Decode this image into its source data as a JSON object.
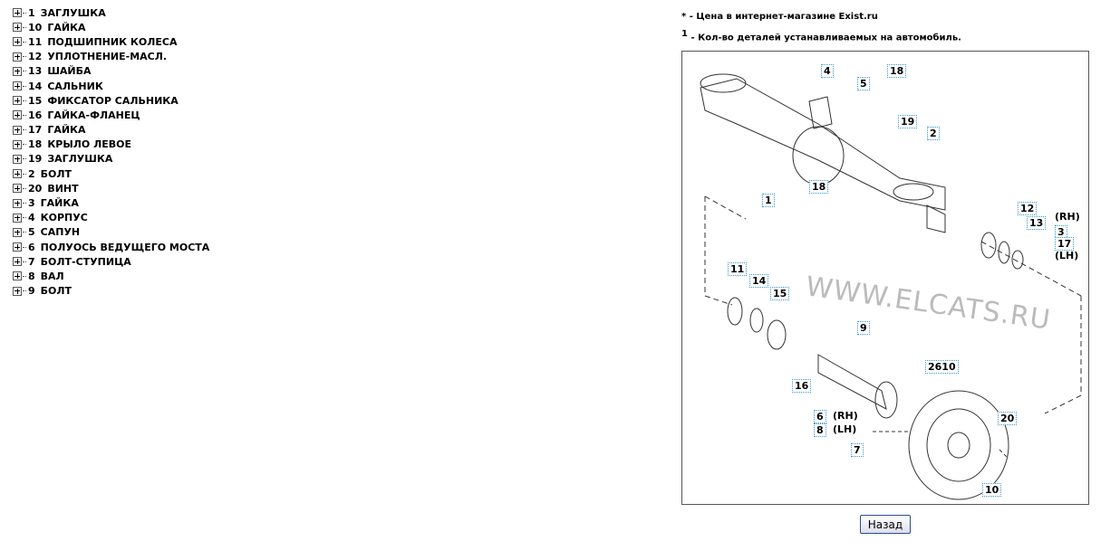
{
  "parts": [
    {
      "num": "1",
      "name": "ЗАГЛУШКА"
    },
    {
      "num": "10",
      "name": "ГАЙКА"
    },
    {
      "num": "11",
      "name": "ПОДШИПНИК КОЛЕСА"
    },
    {
      "num": "12",
      "name": "УПЛОТНЕНИЕ-МАСЛ."
    },
    {
      "num": "13",
      "name": "ШАЙБА"
    },
    {
      "num": "14",
      "name": "САЛЬНИК"
    },
    {
      "num": "15",
      "name": "ФИКСАТОР САЛЬНИКА"
    },
    {
      "num": "16",
      "name": "ГАЙКА-ФЛАНЕЦ"
    },
    {
      "num": "17",
      "name": "ГАЙКА"
    },
    {
      "num": "18",
      "name": "КРЫЛО ЛЕВОЕ"
    },
    {
      "num": "19",
      "name": "ЗАГЛУШКА"
    },
    {
      "num": "2",
      "name": "БОЛТ"
    },
    {
      "num": "20",
      "name": "ВИНТ"
    },
    {
      "num": "3",
      "name": "ГАЙКА"
    },
    {
      "num": "4",
      "name": "КОРПУС"
    },
    {
      "num": "5",
      "name": "САПУН"
    },
    {
      "num": "6",
      "name": "ПОЛУОСЬ ВЕДУЩЕГО МОСТА"
    },
    {
      "num": "7",
      "name": "БОЛТ-СТУПИЦА"
    },
    {
      "num": "8",
      "name": "ВАЛ"
    },
    {
      "num": "9",
      "name": "БОЛТ"
    }
  ],
  "notes": {
    "star": "*",
    "price": " - Цена в интернет-магазине Exist.ru",
    "one": "1",
    "qty": " - Кол-во деталей устанавливаемых на автомобиль."
  },
  "diagram": {
    "watermark": "WWW.ELCATS.RU",
    "rh": "(RH)",
    "lh": "(LH)",
    "callouts": [
      "4",
      "18",
      "5",
      "19",
      "2",
      "1",
      "18",
      "12",
      "13",
      "3",
      "17",
      "11",
      "14",
      "15",
      "9",
      "16",
      "2610",
      "6",
      "8",
      "7",
      "20",
      "10"
    ]
  },
  "back_label": "Назад"
}
